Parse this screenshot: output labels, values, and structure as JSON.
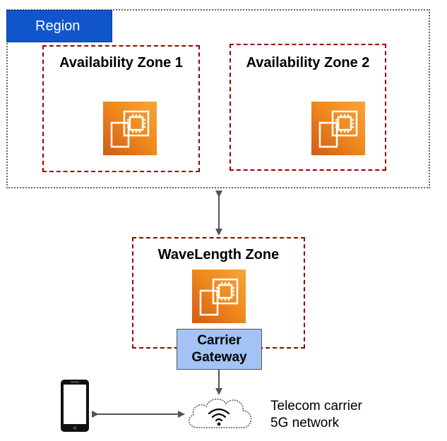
{
  "region": {
    "label": "Region"
  },
  "zones": [
    {
      "title": "Availability Zone 1"
    },
    {
      "title": "Availability Zone 2"
    }
  ],
  "wavelength": {
    "title": "WaveLength Zone"
  },
  "carrier_gateway": {
    "line1": "Carrier",
    "line2": "Gateway"
  },
  "telecom": {
    "line1": "Telecom carrier",
    "line2": "5G network"
  },
  "icons": {
    "ec2": "ec2-instance-icon",
    "phone": "smartphone-icon",
    "cloud": "wifi-cloud-icon"
  },
  "colors": {
    "region_tag": "#1155cc",
    "zone_border": "#990000",
    "ec2_orange": "#ee7b06",
    "gateway_fill": "#a4c2f4"
  }
}
